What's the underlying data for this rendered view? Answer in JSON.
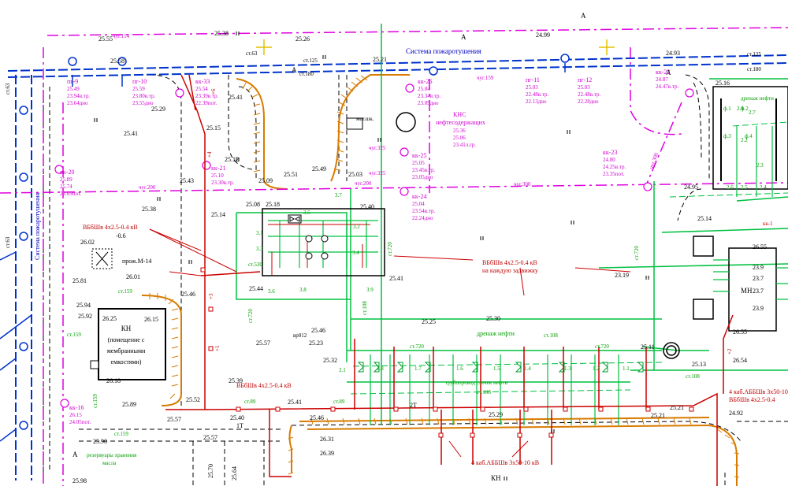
{
  "colors": {
    "background": "#ffffff",
    "water_line": "#0033cc",
    "gas_line": "#e000e0",
    "oil_drain": "#00c040",
    "cable": "#cc0000",
    "heat_line": "#d87b00",
    "road": "#000000"
  },
  "labels": {
    "fire_system_top": "Система пожаротушения",
    "fire_system_left": "Система пожаротушения",
    "kns": "КНС",
    "kns_sub": "нефтесодержащих",
    "kns_lvl1": "25.36",
    "kns_lvl2": "25.06",
    "kns_lvl3": "23.41л.гр.",
    "kn_label": "КН",
    "kn_sub1": "(помещение с",
    "kn_sub2": "мембранными",
    "kn_sub3": "емкостями)",
    "mn_label": "МН",
    "kn_bottom": "КН",
    "cable_note1": "ВБбШв 4х2.5-0.4 кВ",
    "cable_note1b": "на каждую задвижку",
    "cable_note2": "ВБбШв 4х2.5-0.4 кВ",
    "cable_note3": "ВБбШв 4х2.5-0.4 кВ",
    "cable_note4": "4 каб.АББШв 3х50-10 кВ",
    "cable_note5": "4 каб.АББШв 3х50-10",
    "cable_note6": "ВБбШв 4х2.5-0.4",
    "drain": "дренаж нефти",
    "drain_right": "дренаж нефти",
    "pipe_drain": "трубопровод слечек нефти",
    "projector": "прож.М-14",
    "reservoir": "резервуары хранения",
    "reservoir2": "масла",
    "met_shk": "мет.шк.",
    "vr012": "вр012",
    "letter_a1": "А",
    "letter_a2": "А",
    "letter_a3": "А",
    "letter_a4": "А",
    "letter_a5": "А",
    "st63a": "ст.63",
    "st63b": "ст.63",
    "st63c": "ст.63",
    "st125a": "ст.125",
    "st125b": "ст.125",
    "st180a": "ст.180",
    "st180b": "ст.180",
    "chug114": "чуг.114",
    "chug159": "чуг.159",
    "chug200": "чуг.200",
    "chug300": "чуг.300",
    "chug300b": "чуг.300",
    "chug325": "чуг.325",
    "chug325b": "чуг.325",
    "chug200b": "чуг.200",
    "st720a": "ст.720",
    "st720b": "ст.720",
    "st720c": "ст.720",
    "st530": "ст.530",
    "st159": "ст.159",
    "st108": "ст.108",
    "st89": "ст.89",
    "st89b": "ст.89",
    "st108b": "ст.108",
    "st108c": "ст.108",
    "st159b": "ст.159",
    "st159c": "ст.159",
    "st159d": "ст.159",
    "st108d": "ст.108",
    "st720d": "ст.720",
    "st720e": "ст.720"
  },
  "wells": [
    {
      "name": "пг-9",
      "v1": "25.49",
      "v2": "23.94в.тр.",
      "v3": "23.64дно"
    },
    {
      "name": "пг-10",
      "v1": "25.59",
      "v2": "23.80в.тр.",
      "v3": "23.55дно"
    },
    {
      "name": "кк-33",
      "v1": "25.54",
      "v2": "23.39в.тр.",
      "v3": "22.39пот."
    },
    {
      "name": "кк-26",
      "v1": "25.04",
      "v2": "23.34в.тр.",
      "v3": "23.09дно"
    },
    {
      "name": "пг-11",
      "v1": "25.03",
      "v2": "22.48в.тр.",
      "v3": "22.13дно"
    },
    {
      "name": "пг-12",
      "v1": "25.03",
      "v2": "22.48в.тр.",
      "v3": "22.28дно"
    },
    {
      "name": "кк-22",
      "v1": "24.87",
      "v2": "24.47в.тр.",
      "v3": ""
    },
    {
      "name": "кк-20",
      "v1": "25.89",
      "v2": "25.74",
      "v3": "23.69пот."
    },
    {
      "name": "кк-21",
      "v1": "25.10",
      "v2": "23.30в.тр.",
      "v3": ""
    },
    {
      "name": "кк-25",
      "v1": "25.05",
      "v2": "23.45в.тр.",
      "v3": "23.05дно"
    },
    {
      "name": "кк-24",
      "v1": "25.04",
      "v2": "23.54в.тр.",
      "v3": "22.24дно"
    },
    {
      "name": "кк-23",
      "v1": "24.80",
      "v2": "24.25в.тр.",
      "v3": "23.35пот."
    },
    {
      "name": "кк-16",
      "v1": "26.15",
      "v2": "24.05пот.",
      "v3": ""
    }
  ],
  "elevations": [
    "25.55",
    "25.38",
    "25.26",
    "24.99",
    "25.58",
    "25.29",
    "25.41",
    "25.21",
    "25.15",
    "24.93",
    "25.16",
    "25.41",
    "25.12",
    "25.43",
    "25.49",
    "25.51",
    "25.09",
    "25.18",
    "25.08",
    "25.03",
    "25.40",
    "25.14",
    "25.38",
    "24.95",
    "25.14",
    "26.02",
    "26.01",
    "25.81",
    "25.94",
    "25.92",
    "25.46",
    "26.25",
    "26.15",
    "25.44",
    "25.41",
    "25.57",
    "25.46",
    "25.23",
    "25.25",
    "25.30",
    "26.55",
    "26.55",
    "26.54",
    "25.32",
    "25.39",
    "25.52",
    "25.57",
    "25.40",
    "25.41",
    "25.46",
    "25.29",
    "25.21",
    "25.11",
    "25.13",
    "24.92",
    "26.31",
    "26.39",
    "26.18",
    "25.89",
    "25.90",
    "25.57",
    "25.98",
    "25.64",
    "25.70",
    "25.21",
    "23.19",
    "23.9",
    "23.7",
    "23.7",
    "23.9",
    "-0.6"
  ],
  "valves": [
    "3.1",
    "3.2",
    "3.3",
    "3.4",
    "3.5",
    "3.6",
    "3.7",
    "3.8",
    "3.9",
    "1.1",
    "1.2",
    "1.3",
    "1.4",
    "1.5",
    "1.6",
    "1.7",
    "1.8",
    "2.1",
    "2.2",
    "2.3",
    "2.4",
    "2.5",
    "2.6",
    "2.7",
    "2.8"
  ],
  "misc": [
    "ф.1",
    "ф.2",
    "ф.3",
    "ф.4",
    "кк-1",
    "+1",
    "+3",
    "+4",
    "+6",
    "+2",
    "-1",
    "2Т",
    "1Т"
  ]
}
